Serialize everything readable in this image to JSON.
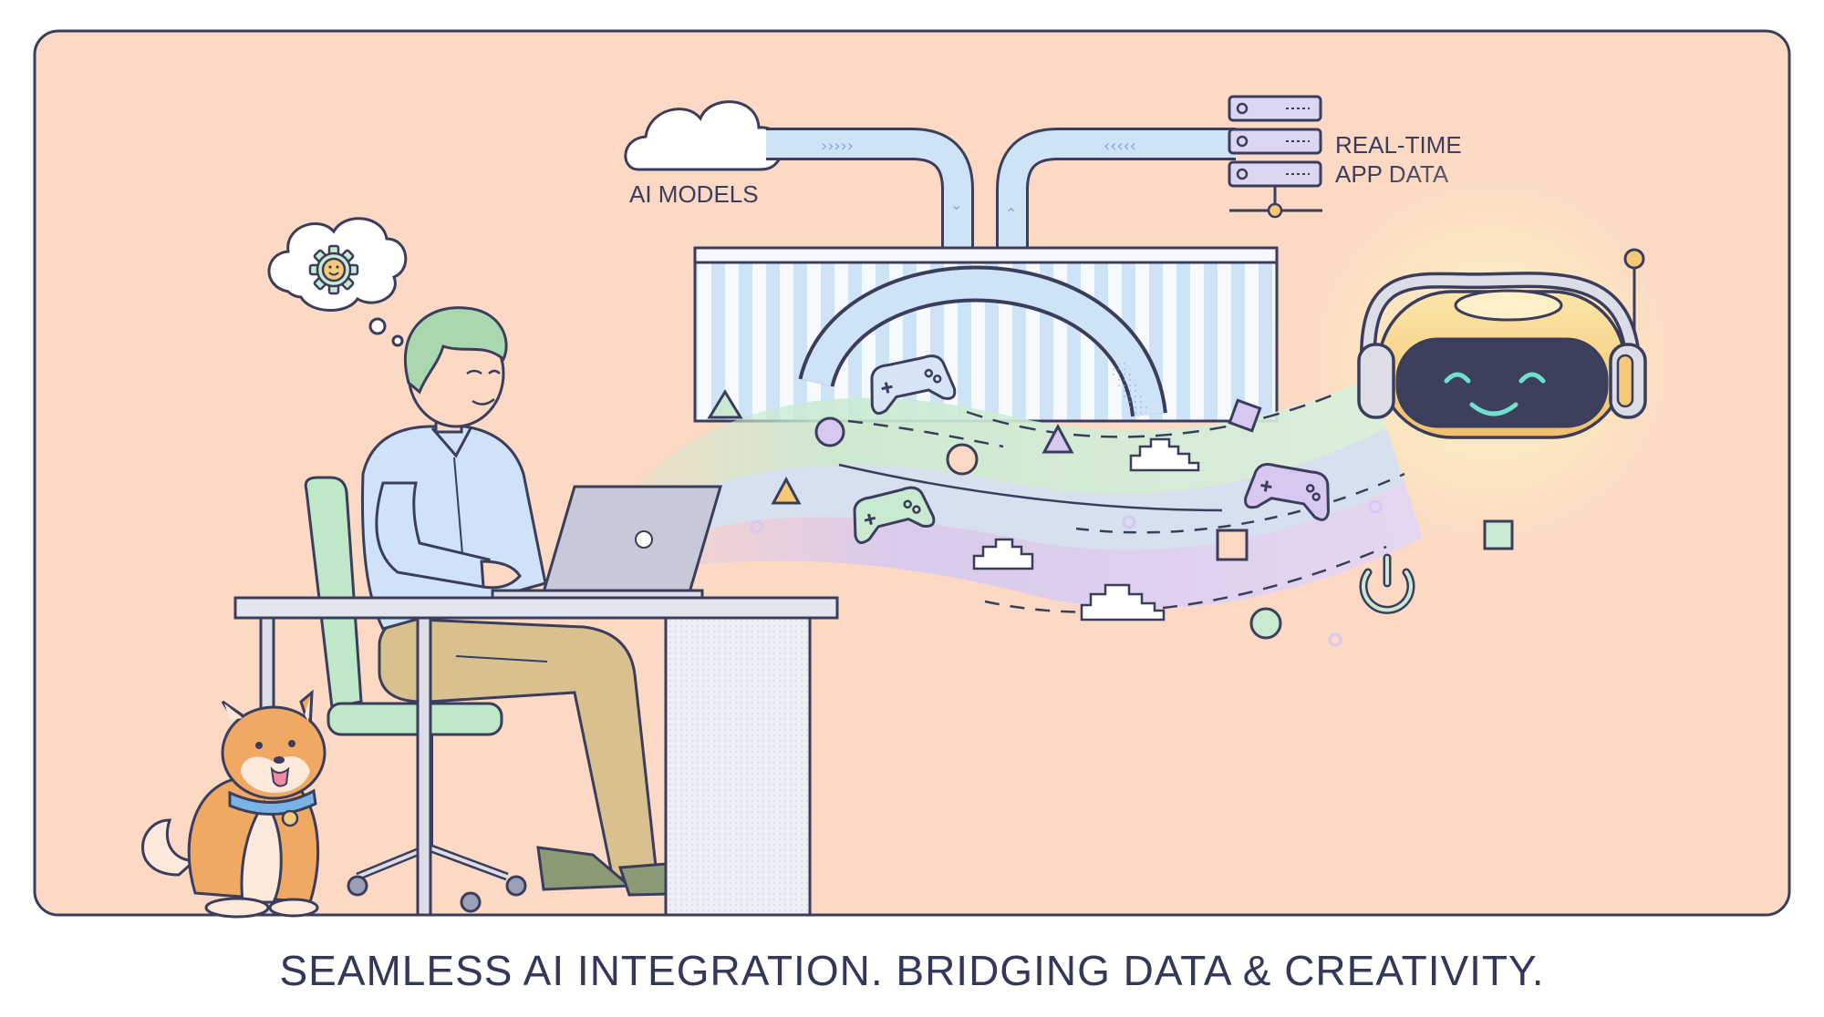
{
  "labels": {
    "ai_models": "AI MODELS",
    "realtime_line1": "REAL-TIME",
    "realtime_line2": "APP DATA"
  },
  "caption": "SEAMLESS AI INTEGRATION. BRIDGING DATA & CREATIVITY.",
  "colors": {
    "panel_bg": "#fcd9c4",
    "outline": "#3a3d5c",
    "pipe_blue": "#cfe3f7",
    "stream_green": "#c9ead1",
    "stream_blue": "#cfe0f7",
    "stream_purple": "#d6c8f0",
    "robot_gold": "#f6c979",
    "robot_screen": "#3d405c",
    "robot_face": "#6fe0d0",
    "shirt": "#cfe2f7",
    "pants": "#d9c08f",
    "hair": "#a9d8b0",
    "chair": "#bfe8c8",
    "dog": "#f0a963"
  },
  "icons": [
    "cloud-icon",
    "server-icon",
    "gear-smiley-icon",
    "gamepad-icon",
    "power-icon",
    "triangle-shape",
    "circle-shape",
    "square-shape",
    "pixel-cloud-icon"
  ]
}
